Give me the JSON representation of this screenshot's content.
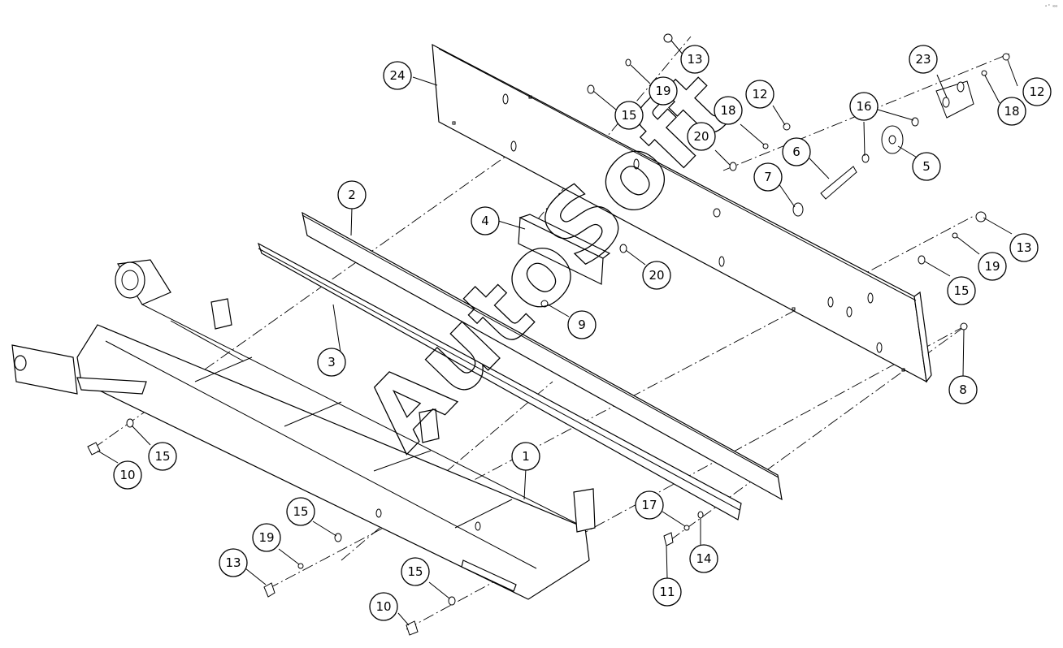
{
  "watermark": "AutoSoft",
  "corner_mark": "⚬° ∞∞",
  "callouts": [
    "24",
    "13",
    "19",
    "15",
    "12",
    "18",
    "20",
    "23",
    "12",
    "18",
    "16",
    "6",
    "5",
    "7",
    "2",
    "4",
    "20",
    "9",
    "3",
    "13",
    "19",
    "15",
    "8",
    "1",
    "10",
    "15",
    "17",
    "14",
    "11",
    "15",
    "19",
    "13",
    "15",
    "10"
  ]
}
